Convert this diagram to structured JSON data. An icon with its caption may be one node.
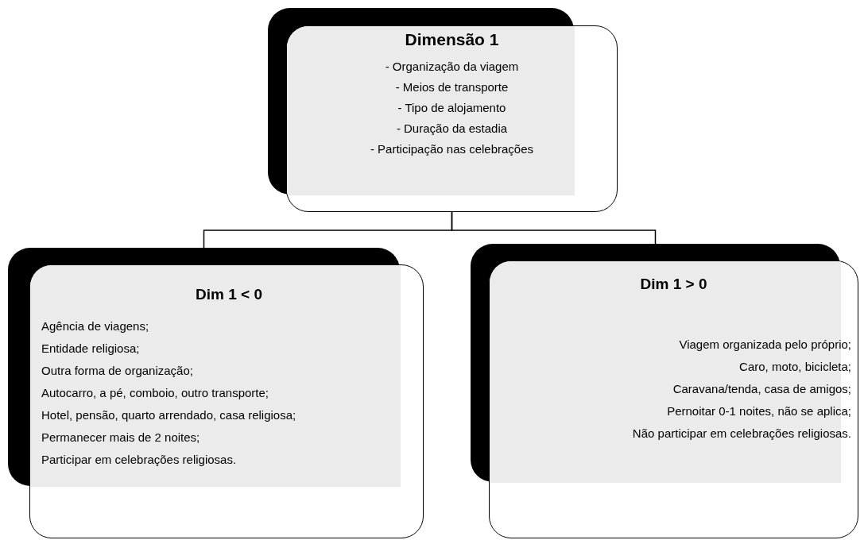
{
  "diagram": {
    "nodes": [
      {
        "text": [
          "Dimensão 1",
          "- Organização da viagem",
          "- Meios de transporte",
          "- Tipo de alojamento",
          "- Duração da estadia",
          "- Participação nas celebrações"
        ]
      },
      {
        "text": [
          "Dim 1 < 0",
          "Agência de viagens;",
          "Entidade religiosa;",
          "Outra forma de organização;",
          "Autocarro, a pé, comboio, outro transporte;",
          "Hotel, pensão, quarto arrendado, casa religiosa;",
          "Permanecer mais de 2 noites;",
          "Participar em celebrações religiosas."
        ]
      },
      {
        "text": [
          "Dim 1 > 0",
          "Viagem organizada pelo próprio;",
          "Caro, moto, bicicleta;",
          "Caravana/tenda, casa de amigos;",
          "Pernoitar 0-1 noites, não se aplica;",
          "Não participar em celebrações religiosas."
        ]
      }
    ],
    "edges": [
      {
        "from": 0,
        "to": 1,
        "arrow": "none"
      },
      {
        "from": 0,
        "to": 2,
        "arrow": "none"
      }
    ]
  }
}
